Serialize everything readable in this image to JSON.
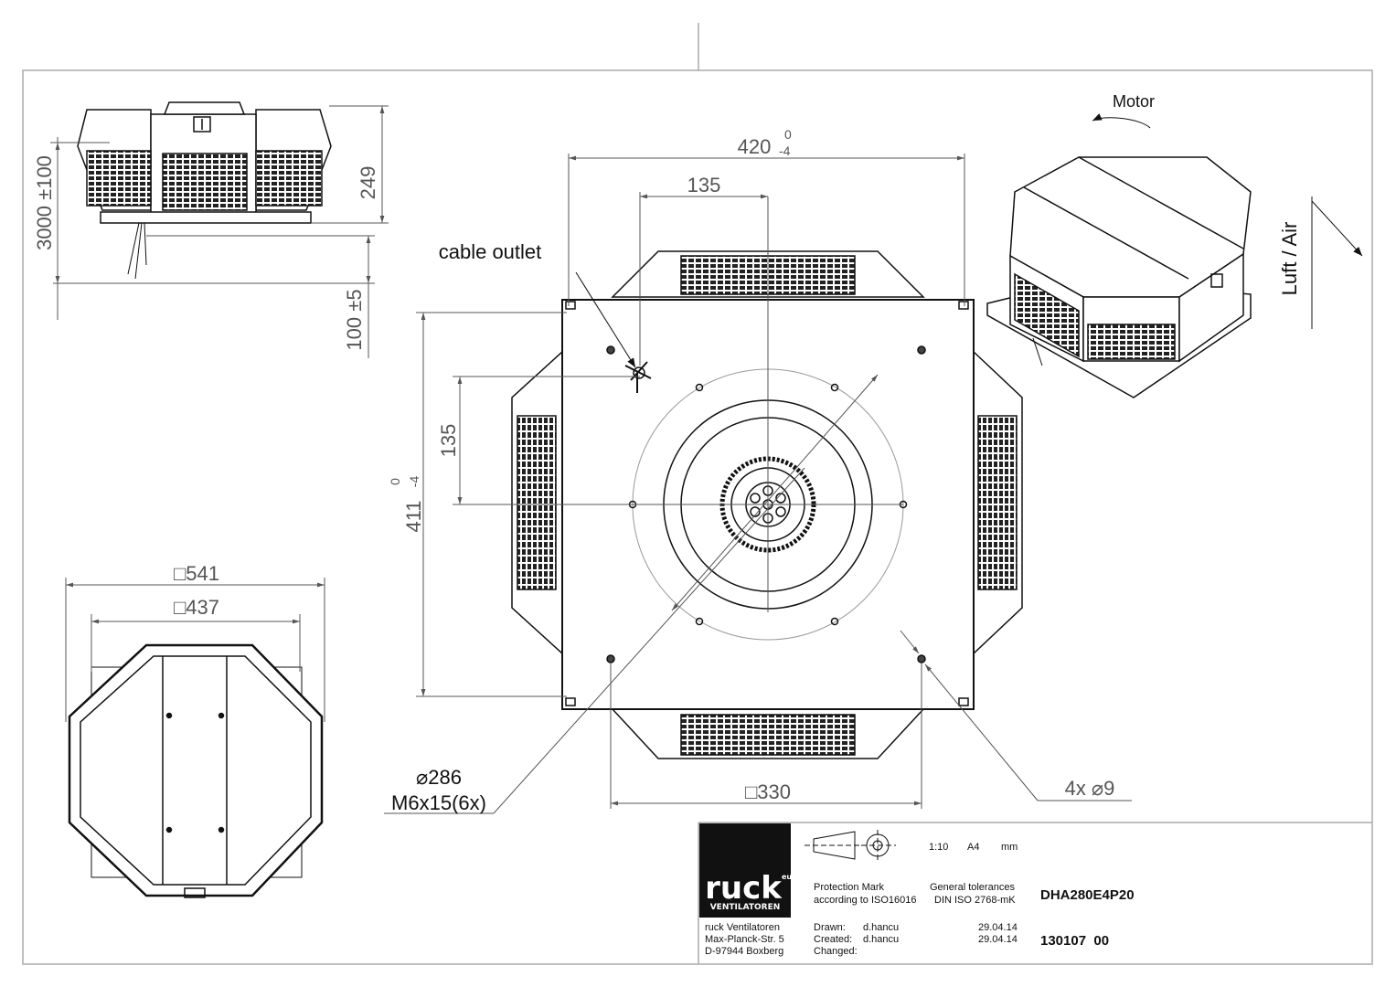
{
  "labels": {
    "cable_outlet": "cable outlet",
    "motor": "Motor",
    "air_flow": "Luft / Air"
  },
  "dimensions": {
    "width_420": "420",
    "width_420_tol_upper": "0",
    "width_420_tol_lower": "-4",
    "offset_135_horizontal": "135",
    "offset_135_vertical": "135",
    "height_411": "411",
    "height_411_tol_upper": "0",
    "height_411_tol_lower": "-4",
    "square_330": "□330",
    "hole_dia_9": "4x  ⌀9",
    "bolt_circle": "⌀286",
    "screws": "M6x15(6x)",
    "square_541": "□541",
    "square_437": "□437",
    "side_height_249": "249",
    "cable_length": "3000 ±100",
    "cable_offset": "100 ±5"
  },
  "title_block": {
    "brand": "ruck",
    "brand_sup": "eu",
    "brand_sub": "VENTILATOREN",
    "company_line1": "ruck Ventilatoren",
    "company_line2": "Max-Planck-Str. 5",
    "company_line3": "D-97944 Boxberg",
    "scale": "1:10",
    "paper": "A4",
    "units": "mm",
    "protection_mark_1": "Protection Mark",
    "protection_mark_2": "according to ISO16016",
    "tolerances_1": "General tolerances",
    "tolerances_2": "DIN ISO 2768-mK",
    "model": "DHA280E4P20",
    "drawn_label": "Drawn:",
    "drawn_by": "d.hancu",
    "drawn_date": "29.04.14",
    "created_label": "Created:",
    "created_by": "d.hancu",
    "created_date": "29.04.14",
    "changed_label": "Changed:",
    "drawing_number": "130107  00"
  },
  "colors": {
    "line": "#111111",
    "dim_line": "#555555",
    "logo_bg": "#111111"
  }
}
